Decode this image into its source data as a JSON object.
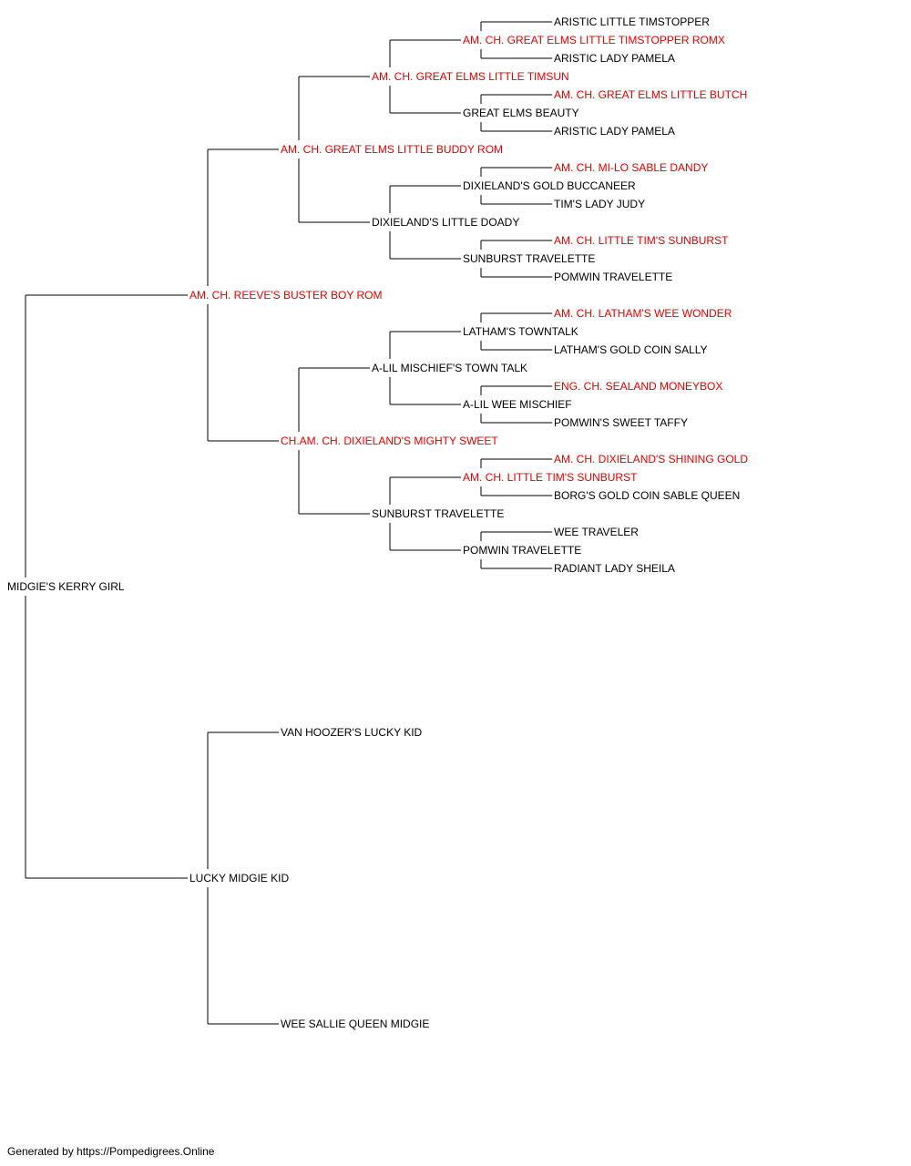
{
  "colors": {
    "champion": "#e00000",
    "normal": "#000000",
    "line": "#000000"
  },
  "pedigree": {
    "name": "MIDGIE'S KERRY GIRL",
    "champion": false,
    "sire": {
      "name": "AM. CH. REEVE'S BUSTER BOY ROM",
      "champion": true,
      "sire": {
        "name": "AM. CH. GREAT ELMS LITTLE BUDDY ROM",
        "champion": true,
        "sire": {
          "name": "AM. CH. GREAT ELMS LITTLE TIMSUN",
          "champion": true,
          "sire": {
            "name": "AM. CH. GREAT ELMS LITTLE TIMSTOPPER ROMX",
            "champion": true,
            "sire": {
              "name": "ARISTIC LITTLE TIMSTOPPER",
              "champion": false
            },
            "dam": {
              "name": "ARISTIC LADY PAMELA",
              "champion": false
            }
          },
          "dam": {
            "name": "GREAT ELMS BEAUTY",
            "champion": false,
            "sire": {
              "name": "AM. CH. GREAT ELMS LITTLE BUTCH",
              "champion": true
            },
            "dam": {
              "name": "ARISTIC LADY PAMELA",
              "champion": false
            }
          }
        },
        "dam": {
          "name": "DIXIELAND'S LITTLE DOADY",
          "champion": false,
          "sire": {
            "name": "DIXIELAND'S GOLD BUCCANEER",
            "champion": false,
            "sire": {
              "name": "AM. CH. MI-LO SABLE DANDY",
              "champion": true
            },
            "dam": {
              "name": "TIM'S LADY JUDY",
              "champion": false
            }
          },
          "dam": {
            "name": "SUNBURST TRAVELETTE",
            "champion": false,
            "sire": {
              "name": "AM. CH. LITTLE TIM'S SUNBURST",
              "champion": true
            },
            "dam": {
              "name": "POMWIN TRAVELETTE",
              "champion": false
            }
          }
        }
      },
      "dam": {
        "name": "CH.AM. CH. DIXIELAND'S MIGHTY SWEET",
        "champion": true,
        "sire": {
          "name": "A-LIL MISCHIEF'S TOWN TALK",
          "champion": false,
          "sire": {
            "name": "LATHAM'S TOWNTALK",
            "champion": false,
            "sire": {
              "name": "AM. CH. LATHAM'S WEE WONDER",
              "champion": true
            },
            "dam": {
              "name": "LATHAM'S GOLD COIN SALLY",
              "champion": false
            }
          },
          "dam": {
            "name": "A-LIL WEE MISCHIEF",
            "champion": false,
            "sire": {
              "name": "ENG. CH. SEALAND MONEYBOX",
              "champion": true
            },
            "dam": {
              "name": "POMWIN'S SWEET TAFFY",
              "champion": false
            }
          }
        },
        "dam": {
          "name": "SUNBURST TRAVELETTE",
          "champion": false,
          "sire": {
            "name": "AM. CH. LITTLE TIM'S SUNBURST",
            "champion": true,
            "sire": {
              "name": "AM. CH. DIXIELAND'S SHINING GOLD",
              "champion": true
            },
            "dam": {
              "name": "BORG'S GOLD COIN SABLE QUEEN",
              "champion": false
            }
          },
          "dam": {
            "name": "POMWIN TRAVELETTE",
            "champion": false,
            "sire": {
              "name": "WEE TRAVELER",
              "champion": false
            },
            "dam": {
              "name": "RADIANT LADY SHEILA",
              "champion": false
            }
          }
        }
      }
    },
    "dam": {
      "name": "LUCKY MIDGIE KID",
      "champion": false,
      "sire": {
        "name": "VAN HOOZER'S LUCKY KID",
        "champion": false
      },
      "dam": {
        "name": "WEE SALLIE QUEEN MIDGIE",
        "champion": false
      }
    }
  },
  "footer": {
    "text": "Generated by https://Pompedigrees.Online"
  }
}
